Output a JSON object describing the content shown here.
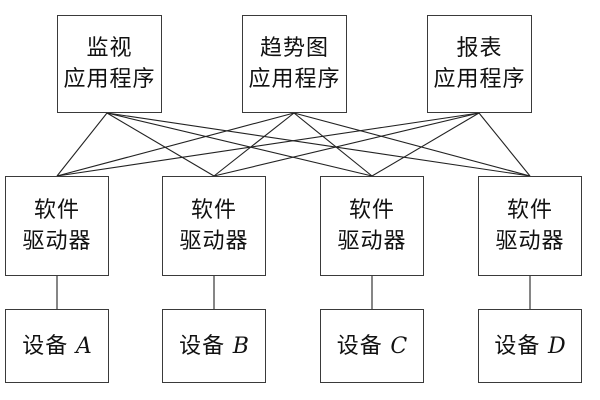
{
  "diagram": {
    "top_apps": [
      {
        "line1": "监视",
        "line2": "应用程序"
      },
      {
        "line1": "趋势图",
        "line2": "应用程序"
      },
      {
        "line1": "报表",
        "line2": "应用程序"
      }
    ],
    "drivers": [
      {
        "line1": "软件",
        "line2": "驱动器"
      },
      {
        "line1": "软件",
        "line2": "驱动器"
      },
      {
        "line1": "软件",
        "line2": "驱动器"
      },
      {
        "line1": "软件",
        "line2": "驱动器"
      }
    ],
    "devices": [
      {
        "prefix": "设备",
        "letter": "A"
      },
      {
        "prefix": "设备",
        "letter": "B"
      },
      {
        "prefix": "设备",
        "letter": "C"
      },
      {
        "prefix": "设备",
        "letter": "D"
      }
    ],
    "colors": {
      "background": "#ffffff",
      "box_border": "#3a3a3a",
      "connector_line": "#222222",
      "text": "#111111"
    }
  }
}
